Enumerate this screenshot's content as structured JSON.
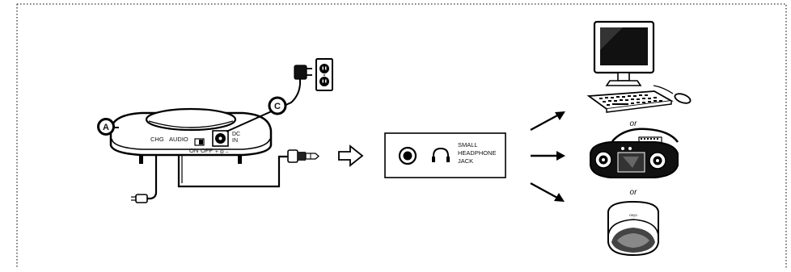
{
  "callouts": {
    "a": "A",
    "c": "C"
  },
  "base": {
    "chg": "CHG",
    "audio": "AUDIO",
    "on": "ON",
    "off": "OFF",
    "dc": "DC",
    "in": "IN"
  },
  "jack_panel": {
    "line1": "SMALL",
    "line2": "HEADPHONE",
    "line3": "JACK"
  },
  "devices": {
    "or_1": "or",
    "or_2": "or",
    "player_brand": "neyo"
  }
}
